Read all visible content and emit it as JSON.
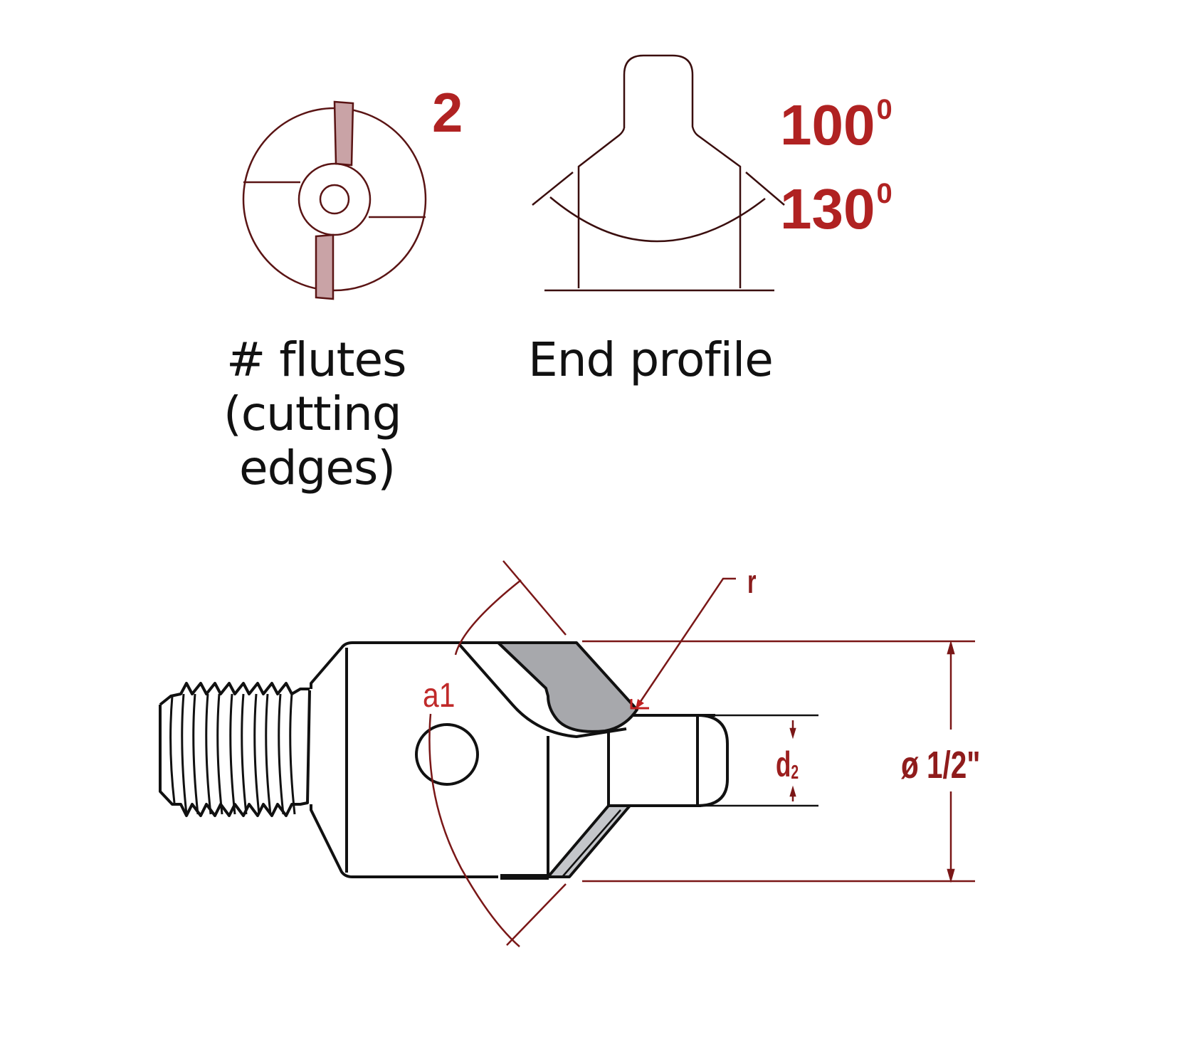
{
  "flutes_view": {
    "count": "2",
    "caption_lines": [
      "# flutes",
      "(cutting",
      "edges)"
    ]
  },
  "end_profile_view": {
    "angle_1": "100",
    "angle_2": "130",
    "angle_unit": "0",
    "caption": "End profile"
  },
  "side_view": {
    "angle_label": "a1",
    "radius_label": "r",
    "pilot_diameter_label": "d",
    "pilot_diameter_subscript": "2",
    "diameter_label": "ø 1/2\""
  },
  "colors": {
    "accent_red": "#b02222",
    "dimension_line": "#8a1c1c",
    "outline": "#111111",
    "insert_fill": "#a9a9ad"
  }
}
